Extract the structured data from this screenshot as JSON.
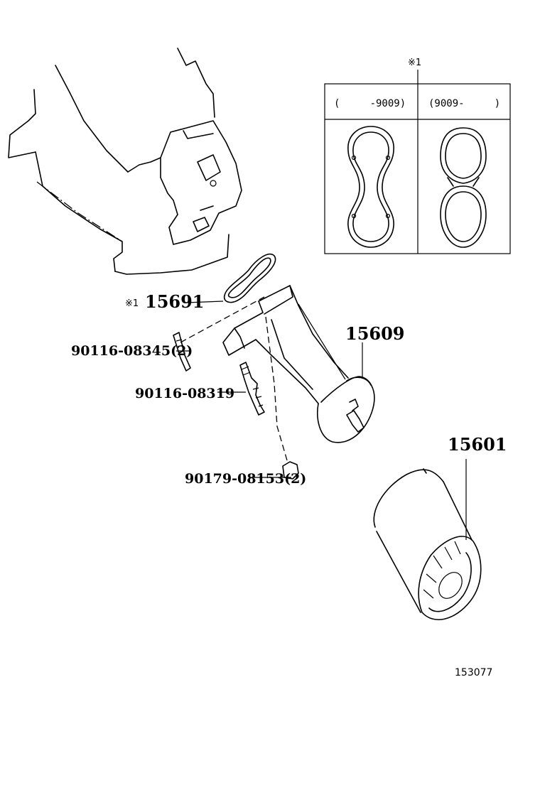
{
  "inset": {
    "marker": "※1",
    "col_left_label": "(     -9009)",
    "col_right_label": "(9009-     )"
  },
  "parts": {
    "gasket": {
      "marker": "※1",
      "number": "15691"
    },
    "bracket": {
      "number": "15609"
    },
    "filter": {
      "number": "15601"
    },
    "bolt_a": {
      "number": "90116-08345(2)"
    },
    "bolt_b": {
      "number": "90116-08319"
    },
    "nut": {
      "number": "90179-08153(2)"
    }
  },
  "illustration_id": "153077"
}
